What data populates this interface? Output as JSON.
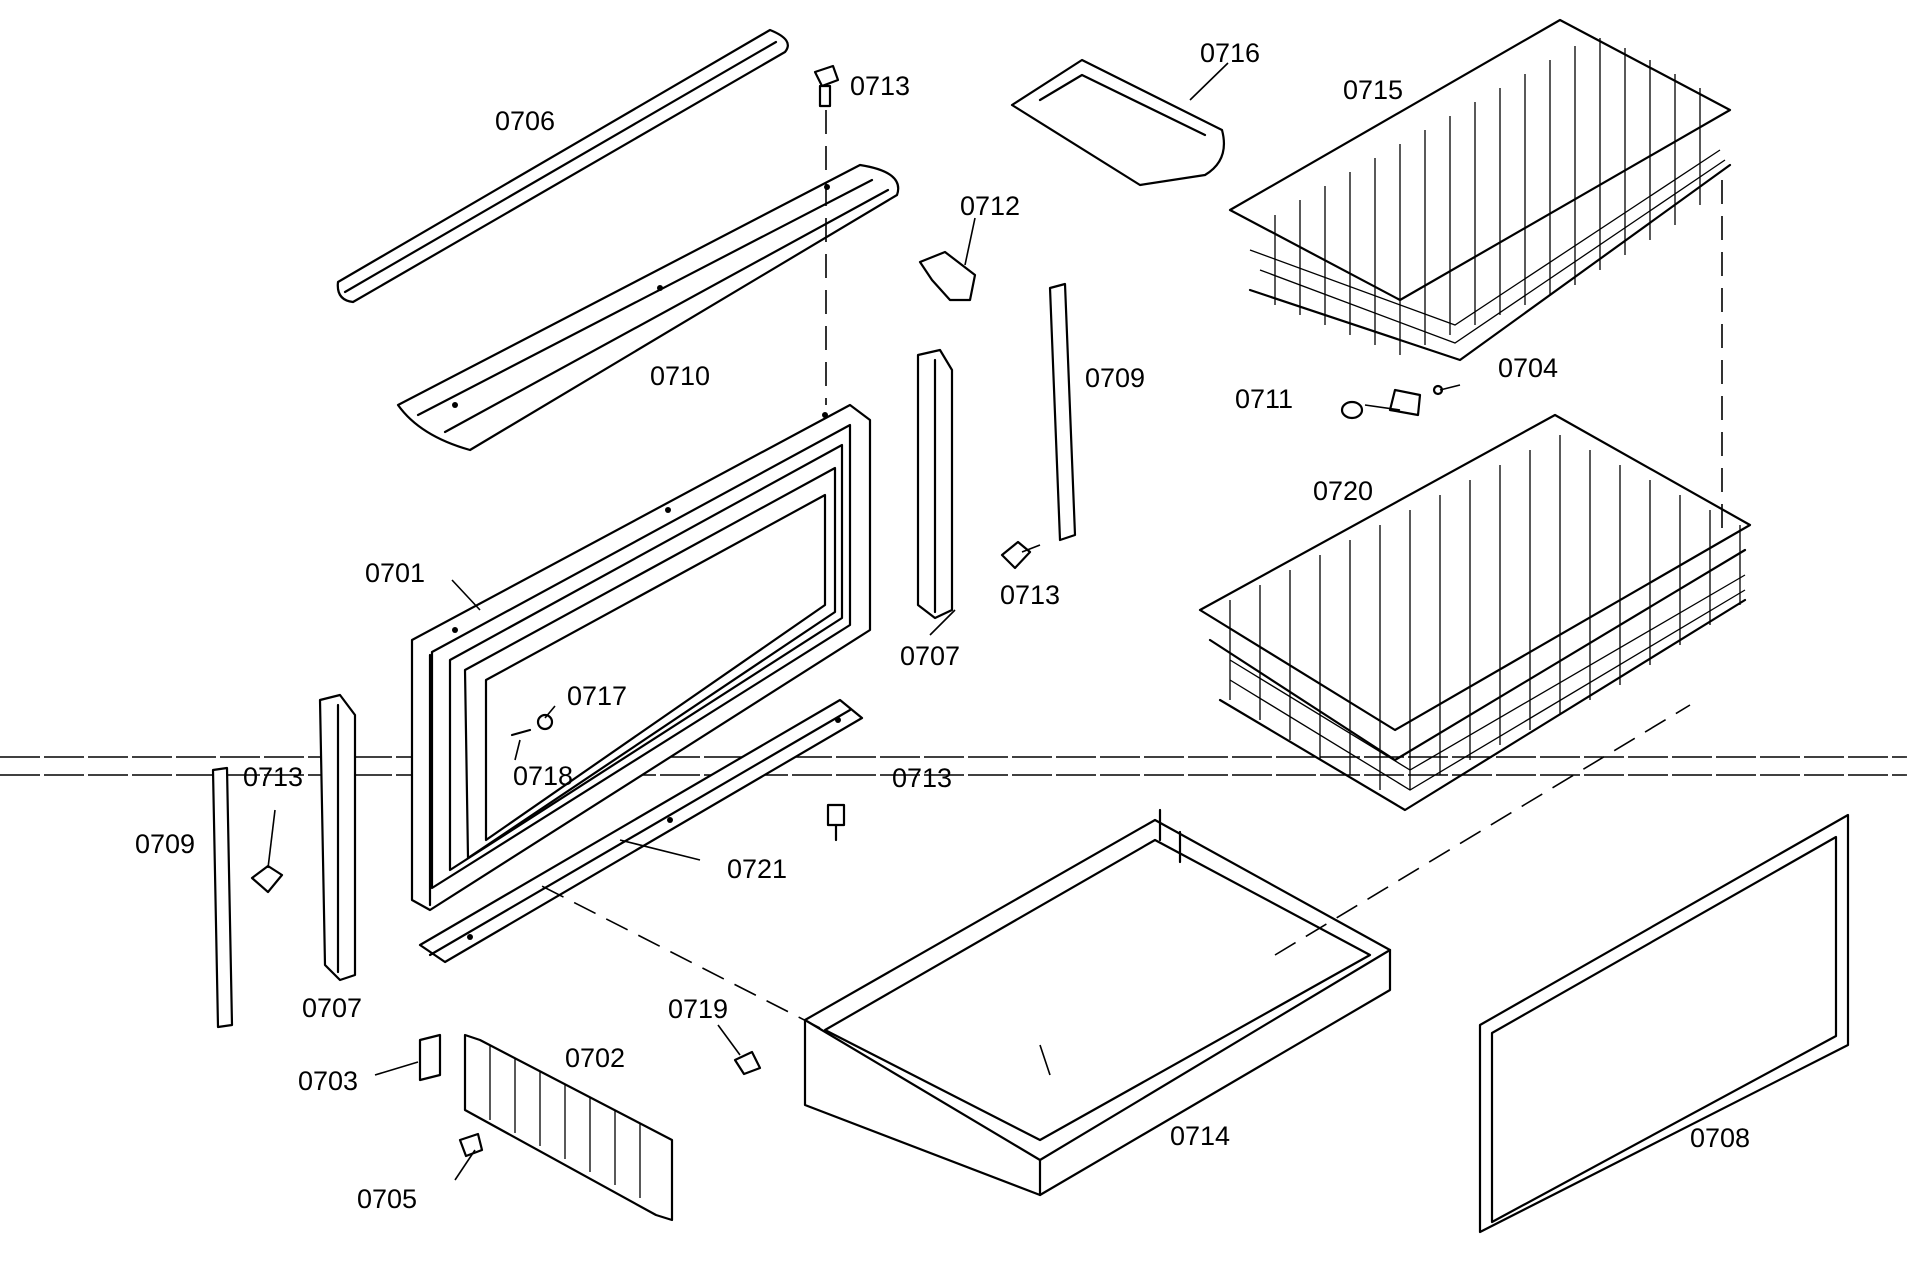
{
  "diagram": {
    "type": "exploded-parts-view",
    "parts": [
      {
        "id": "0701",
        "label": "0701"
      },
      {
        "id": "0702",
        "label": "0702"
      },
      {
        "id": "0703",
        "label": "0703"
      },
      {
        "id": "0704",
        "label": "0704"
      },
      {
        "id": "0705",
        "label": "0705"
      },
      {
        "id": "0706",
        "label": "0706"
      },
      {
        "id": "0707a",
        "label": "0707"
      },
      {
        "id": "0707b",
        "label": "0707"
      },
      {
        "id": "0708",
        "label": "0708"
      },
      {
        "id": "0709a",
        "label": "0709"
      },
      {
        "id": "0709b",
        "label": "0709"
      },
      {
        "id": "0710",
        "label": "0710"
      },
      {
        "id": "0711",
        "label": "0711"
      },
      {
        "id": "0712",
        "label": "0712"
      },
      {
        "id": "0713a",
        "label": "0713"
      },
      {
        "id": "0713b",
        "label": "0713"
      },
      {
        "id": "0713c",
        "label": "0713"
      },
      {
        "id": "0713d",
        "label": "0713"
      },
      {
        "id": "0714",
        "label": "0714"
      },
      {
        "id": "0715",
        "label": "0715"
      },
      {
        "id": "0716",
        "label": "0716"
      },
      {
        "id": "0717",
        "label": "0717"
      },
      {
        "id": "0718",
        "label": "0718"
      },
      {
        "id": "0719",
        "label": "0719"
      },
      {
        "id": "0720",
        "label": "0720"
      },
      {
        "id": "0721",
        "label": "0721"
      }
    ]
  }
}
